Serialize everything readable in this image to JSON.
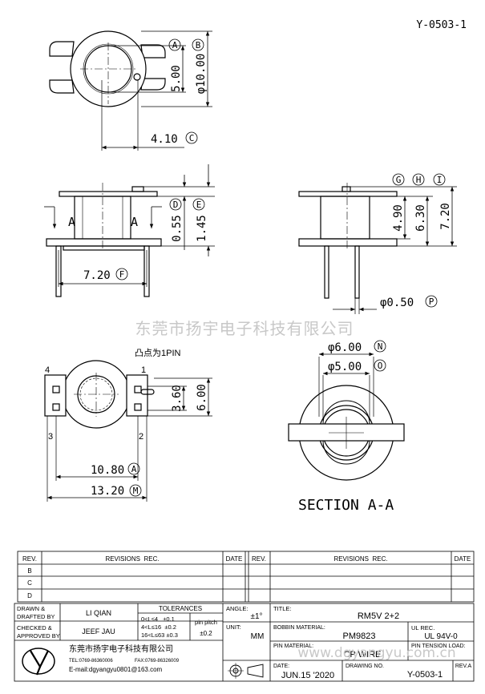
{
  "drawing_no_top": "Y-0503-1",
  "watermark": "东莞市扬宇电子科技有限公司",
  "watermark_url": "www.dgyangyu.com.cn",
  "note_pin1": "凸点为1PIN",
  "section_label": "SECTION A-A",
  "section_markers": [
    "A",
    "A"
  ],
  "pin_numbers": [
    "1",
    "2",
    "3",
    "4"
  ],
  "dimensions": [
    {
      "label": "A",
      "value": "5.00"
    },
    {
      "label": "B",
      "value": "φ10.00"
    },
    {
      "label": "C",
      "value": "4.10"
    },
    {
      "label": "D",
      "value": "0.55"
    },
    {
      "label": "E",
      "value": "1.45"
    },
    {
      "label": "F",
      "value": "7.20"
    },
    {
      "label": "G",
      "value": "4.90"
    },
    {
      "label": "H",
      "value": "6.30"
    },
    {
      "label": "I",
      "value": "7.20"
    },
    {
      "label": "P",
      "value": "φ0.50"
    },
    {
      "label": "N",
      "value": "φ6.00"
    },
    {
      "label": "O",
      "value": "φ5.00"
    },
    {
      "label": "",
      "value": "3.60"
    },
    {
      "label": "",
      "value": "6.00"
    },
    {
      "label": "A",
      "value": "10.80"
    },
    {
      "label": "M",
      "value": "13.20"
    }
  ],
  "revision_table": {
    "headers": [
      "REV.",
      "REVISIONS  REC.",
      "DATE",
      "REV.",
      "REVISIONS  REC.",
      "DATE"
    ],
    "rows": [
      "B",
      "C",
      "D"
    ]
  },
  "title_block": {
    "drawn_label": "DRAWN &\nDRAFTED BY",
    "drawn_by": "LI QIAN",
    "checked_label": "CHECKED &\nAPPROVED BY",
    "checked_by": "JEEF JAU",
    "tolerances_label": "TOLERANCES",
    "tolerances": [
      "0<L≤4   ±0.1",
      "4<L≤16  ±0.2",
      "16<L≤63 ±0.3"
    ],
    "pin_pitch_label": "pin pitch",
    "pin_pitch": "±0.2",
    "angle_label": "ANGLE:",
    "angle": "±1°",
    "unit_label": "UNIT:",
    "unit": "MM",
    "title_label": "TITLE:",
    "title": "RM5V 2+2",
    "ul_rec_label": "UL REC.",
    "ul_rec": "UL 94V-0",
    "bobbin_material_label": "BOBBIN MATERIAL:",
    "bobbin_material": "PM9823",
    "pin_material_label": "PIN MATERIAL:",
    "pin_material": "CP WIRE",
    "pin_tension_label": "PIN TENSION LOAD:",
    "date_label": "DATE:",
    "date": "JUN.15 '2020",
    "drawing_no_label": "DRAWING NO.",
    "drawing_no": "Y-0503-1",
    "rev_label": "REV.A",
    "company": "东莞市扬宇电子科技有限公司",
    "tel": "TEL:0769-86360006",
    "fax": "FAX:0769-86326009",
    "email": "E-mail:dgyangyu0801@163.com"
  }
}
